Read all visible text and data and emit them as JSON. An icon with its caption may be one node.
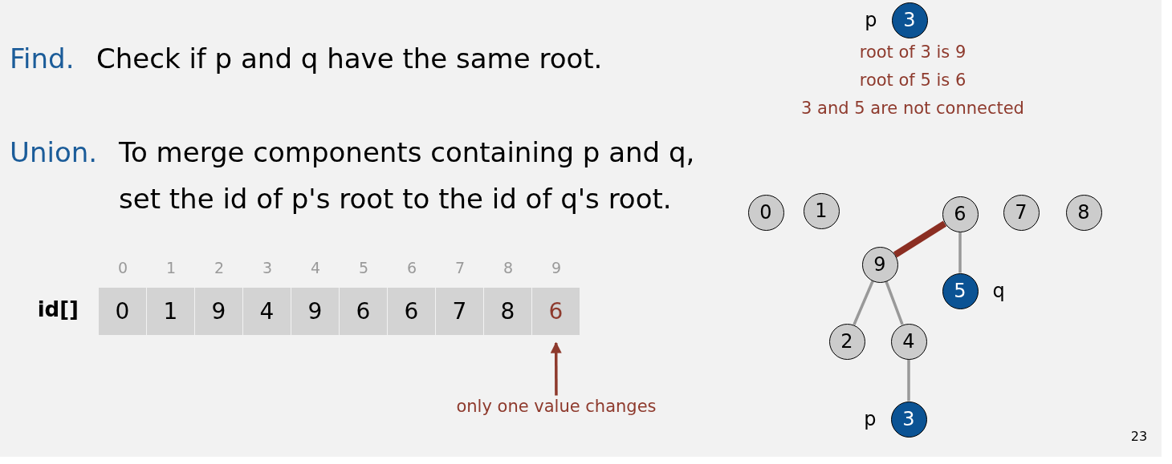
{
  "diagram": {
    "nodes": [
      {
        "text": [
          "3"
        ],
        "beside": [
          "p"
        ]
      },
      {
        "text": [
          "0"
        ]
      },
      {
        "text": [
          "1"
        ]
      },
      {
        "text": [
          "6"
        ]
      },
      {
        "text": [
          "7"
        ]
      },
      {
        "text": [
          "8"
        ]
      },
      {
        "text": [
          "9"
        ]
      },
      {
        "text": [
          "5"
        ],
        "beside": [
          "q"
        ]
      },
      {
        "text": [
          "2"
        ]
      },
      {
        "text": [
          "4"
        ]
      },
      {
        "text": [
          "3"
        ],
        "beside": [
          "p"
        ]
      },
      {
        "text": [
          "only one value changes"
        ]
      },
      {
        "text": [
          "6"
        ]
      }
    ],
    "edges": [
      {
        "from": 6,
        "to": 3,
        "arrow": "none",
        "style": "thick",
        "color": "#8b2e22"
      },
      {
        "from": 7,
        "to": 3,
        "arrow": "none"
      },
      {
        "from": 8,
        "to": 6,
        "arrow": "none"
      },
      {
        "from": 9,
        "to": 6,
        "arrow": "none"
      },
      {
        "from": 10,
        "to": 9,
        "arrow": "none"
      },
      {
        "from": 11,
        "to": 12,
        "arrow": "to",
        "color": "#8e3a2d"
      }
    ],
    "labels": [
      "Find.",
      "Check if p and q have the same root.",
      "Union.",
      "To merge components containing p and q, set the id of p's root to the id of q's root.",
      "0",
      "1",
      "2",
      "3",
      "4",
      "5",
      "6",
      "7",
      "8",
      "9",
      "id[]",
      "0",
      "1",
      "9",
      "4",
      "9",
      "6",
      "6",
      "7",
      "8",
      "root of 3 is 9",
      "root of 5 is 6",
      "3 and 5 are not connected",
      "23"
    ]
  }
}
